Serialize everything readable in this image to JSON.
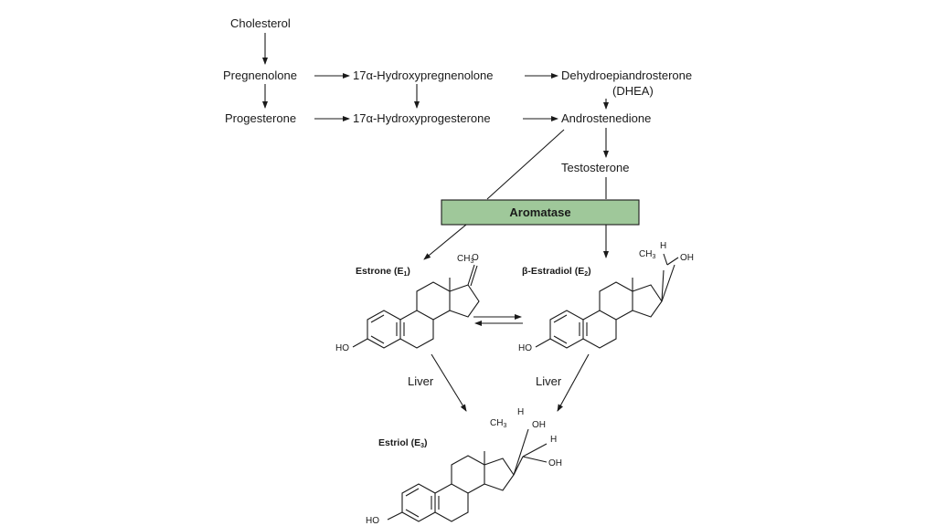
{
  "pathway": {
    "cholesterol": "Cholesterol",
    "pregnenolone": "Pregnenolone",
    "hydroxypregnenolone": "17α-Hydroxypregnenolone",
    "dhea_name": "Dehydroepiandrosterone",
    "dhea_abbr": "(DHEA)",
    "progesterone": "Progesterone",
    "hydroxyprogesterone": "17α-Hydroxyprogesterone",
    "androstenedione": "Androstenedione",
    "testosterone": "Testosterone",
    "aromatase": "Aromatase"
  },
  "molecules": {
    "estrone": {
      "label": "Estrone (E",
      "sub": "1",
      "close": ")"
    },
    "estradiol": {
      "label": "β-Estradiol (E",
      "sub": "2",
      "close": ")"
    },
    "estriol": {
      "label": "Estriol (E",
      "sub": "3",
      "close": ")"
    }
  },
  "atoms": {
    "ch3": "CH",
    "ch3_sub": "3",
    "o": "O",
    "oh": "OH",
    "ho": "HO",
    "h": "H"
  },
  "edges": {
    "liver_left": "Liver",
    "liver_right": "Liver"
  },
  "colors": {
    "aromatase_fill": "#9fc89a",
    "aromatase_stroke": "#1a1a1a"
  }
}
